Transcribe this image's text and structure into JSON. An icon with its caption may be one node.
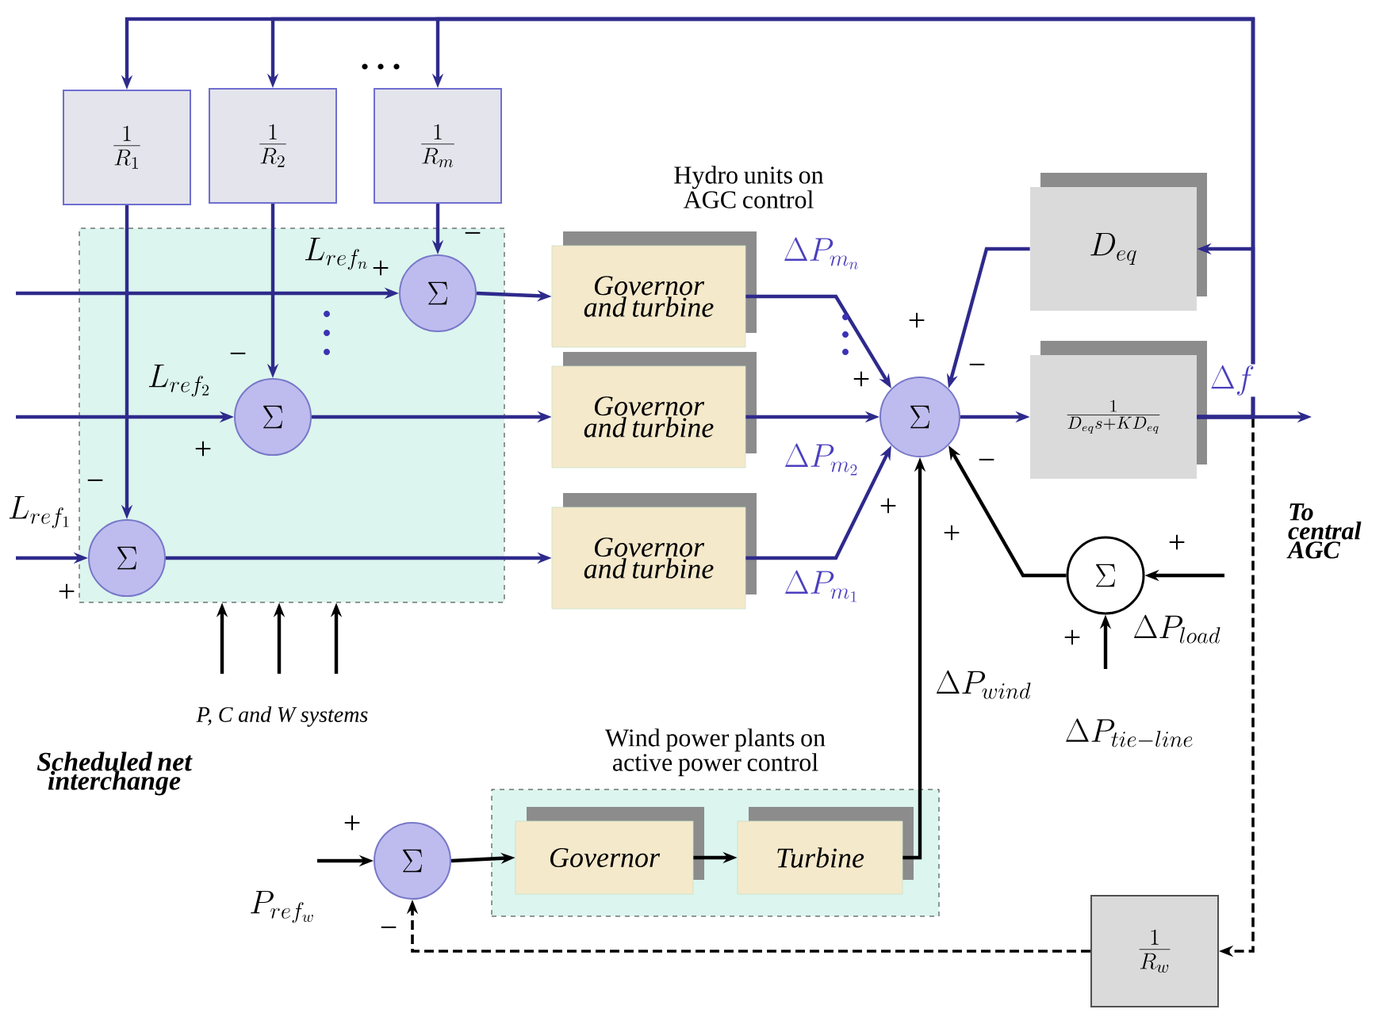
{
  "diagram": {
    "nodes": [
      {
        "text": [],
        "shape": "box"
      },
      {
        "text": [
          "\\frac{1}{R_1}"
        ]
      },
      {
        "text": [
          "\\frac{1}{R_2}"
        ]
      },
      {
        "text": [
          "\\frac{1}{R_m}"
        ]
      },
      {
        "text": [
          "\\Sigma"
        ],
        "in": 0
      },
      {
        "text": [
          "\\Sigma"
        ],
        "in": 0
      },
      {
        "text": [
          "\\Sigma"
        ],
        "in": 0
      },
      {
        "text": [
          "Governor and turbine"
        ]
      },
      {
        "text": [
          "Governor and turbine"
        ]
      },
      {
        "text": [
          "Governor and turbine"
        ]
      },
      {
        "text": [
          "\\Sigma"
        ]
      },
      {
        "text": [
          "D_{eq}"
        ]
      },
      {
        "text": [
          "\\frac{1}{D_{eq}s+KD_{eq}}"
        ]
      },
      {
        "text": [
          "\\Sigma"
        ]
      },
      {
        "text": [
          "Wind power plants on active power control"
        ]
      },
      {
        "text": [
          "\\Sigma"
        ]
      },
      {
        "text": [
          "Governor"
        ],
        "in": 14
      },
      {
        "text": [
          "Turbine"
        ],
        "in": 14
      },
      {
        "text": [
          "\\frac{1}{R_w}"
        ]
      }
    ],
    "edges": [
      {
        "from": 12,
        "to": null,
        "arrow": "to",
        "label": "\\Delta f"
      },
      {
        "from": 12,
        "to": 1,
        "arrow": "to"
      },
      {
        "from": 12,
        "to": 2,
        "arrow": "to"
      },
      {
        "from": 12,
        "to": 3,
        "arrow": "to"
      },
      {
        "from": 12,
        "to": 11,
        "arrow": "to"
      },
      {
        "from": 12,
        "to": 18,
        "arrow": "to",
        "style": "dashed",
        "color": "#000000"
      },
      {
        "from": 18,
        "to": 15,
        "arrow": "to",
        "style": "dashed",
        "color": "#000000"
      },
      {
        "from": 1,
        "to": 6,
        "arrow": "to"
      },
      {
        "from": 2,
        "to": 5,
        "arrow": "to"
      },
      {
        "from": 3,
        "to": 4,
        "arrow": "to"
      },
      {
        "from": null,
        "to": 4,
        "arrow": "to",
        "label": "L_{ref_n}"
      },
      {
        "from": null,
        "to": 5,
        "arrow": "to",
        "label": "L_{ref_2}"
      },
      {
        "from": null,
        "to": 6,
        "arrow": "to",
        "label": "L_{ref_1}"
      },
      {
        "from": 4,
        "to": 7,
        "arrow": "to"
      },
      {
        "from": 5,
        "to": 8,
        "arrow": "to"
      },
      {
        "from": 6,
        "to": 9,
        "arrow": "to"
      },
      {
        "from": 7,
        "to": 10,
        "arrow": "to",
        "label": "\\Delta P_{m_n}"
      },
      {
        "from": 8,
        "to": 10,
        "arrow": "to",
        "label": "\\Delta P_{m_2}"
      },
      {
        "from": 9,
        "to": 10,
        "arrow": "to",
        "label": "\\Delta P_{m_1}"
      },
      {
        "from": 11,
        "to": 10,
        "arrow": "to"
      },
      {
        "from": 10,
        "to": 12,
        "arrow": "to"
      },
      {
        "from": 17,
        "to": 10,
        "arrow": "to",
        "color": "#000000",
        "label": "\\Delta P_{wind}"
      },
      {
        "from": 13,
        "to": 10,
        "arrow": "to",
        "color": "#000000"
      },
      {
        "from": null,
        "to": 13,
        "arrow": "to",
        "color": "#000000",
        "label": "\\Delta P_{load}"
      },
      {
        "from": null,
        "to": 13,
        "arrow": "to",
        "color": "#000000",
        "label": "\\Delta P_{tie-line}"
      },
      {
        "from": null,
        "to": 0,
        "arrow": "to",
        "color": "#000000"
      },
      {
        "from": null,
        "to": 0,
        "arrow": "to",
        "color": "#000000"
      },
      {
        "from": null,
        "to": 0,
        "arrow": "to",
        "color": "#000000"
      },
      {
        "from": null,
        "to": 15,
        "arrow": "to",
        "color": "#000000",
        "label": "P_{ref_w}"
      },
      {
        "from": 15,
        "to": 16,
        "arrow": "to",
        "color": "#000000"
      },
      {
        "from": 16,
        "to": 17,
        "arrow": "to",
        "color": "#000000"
      }
    ],
    "labels": [
      "Hydro units on AGC control",
      "To central AGC",
      "P, C and W systems",
      "Scheduled net interchange",
      "+",
      "−",
      "−",
      "+",
      "−",
      "+",
      "+",
      "−",
      "+",
      "+",
      "+",
      "−",
      "+",
      "+",
      "+",
      "−"
    ]
  }
}
